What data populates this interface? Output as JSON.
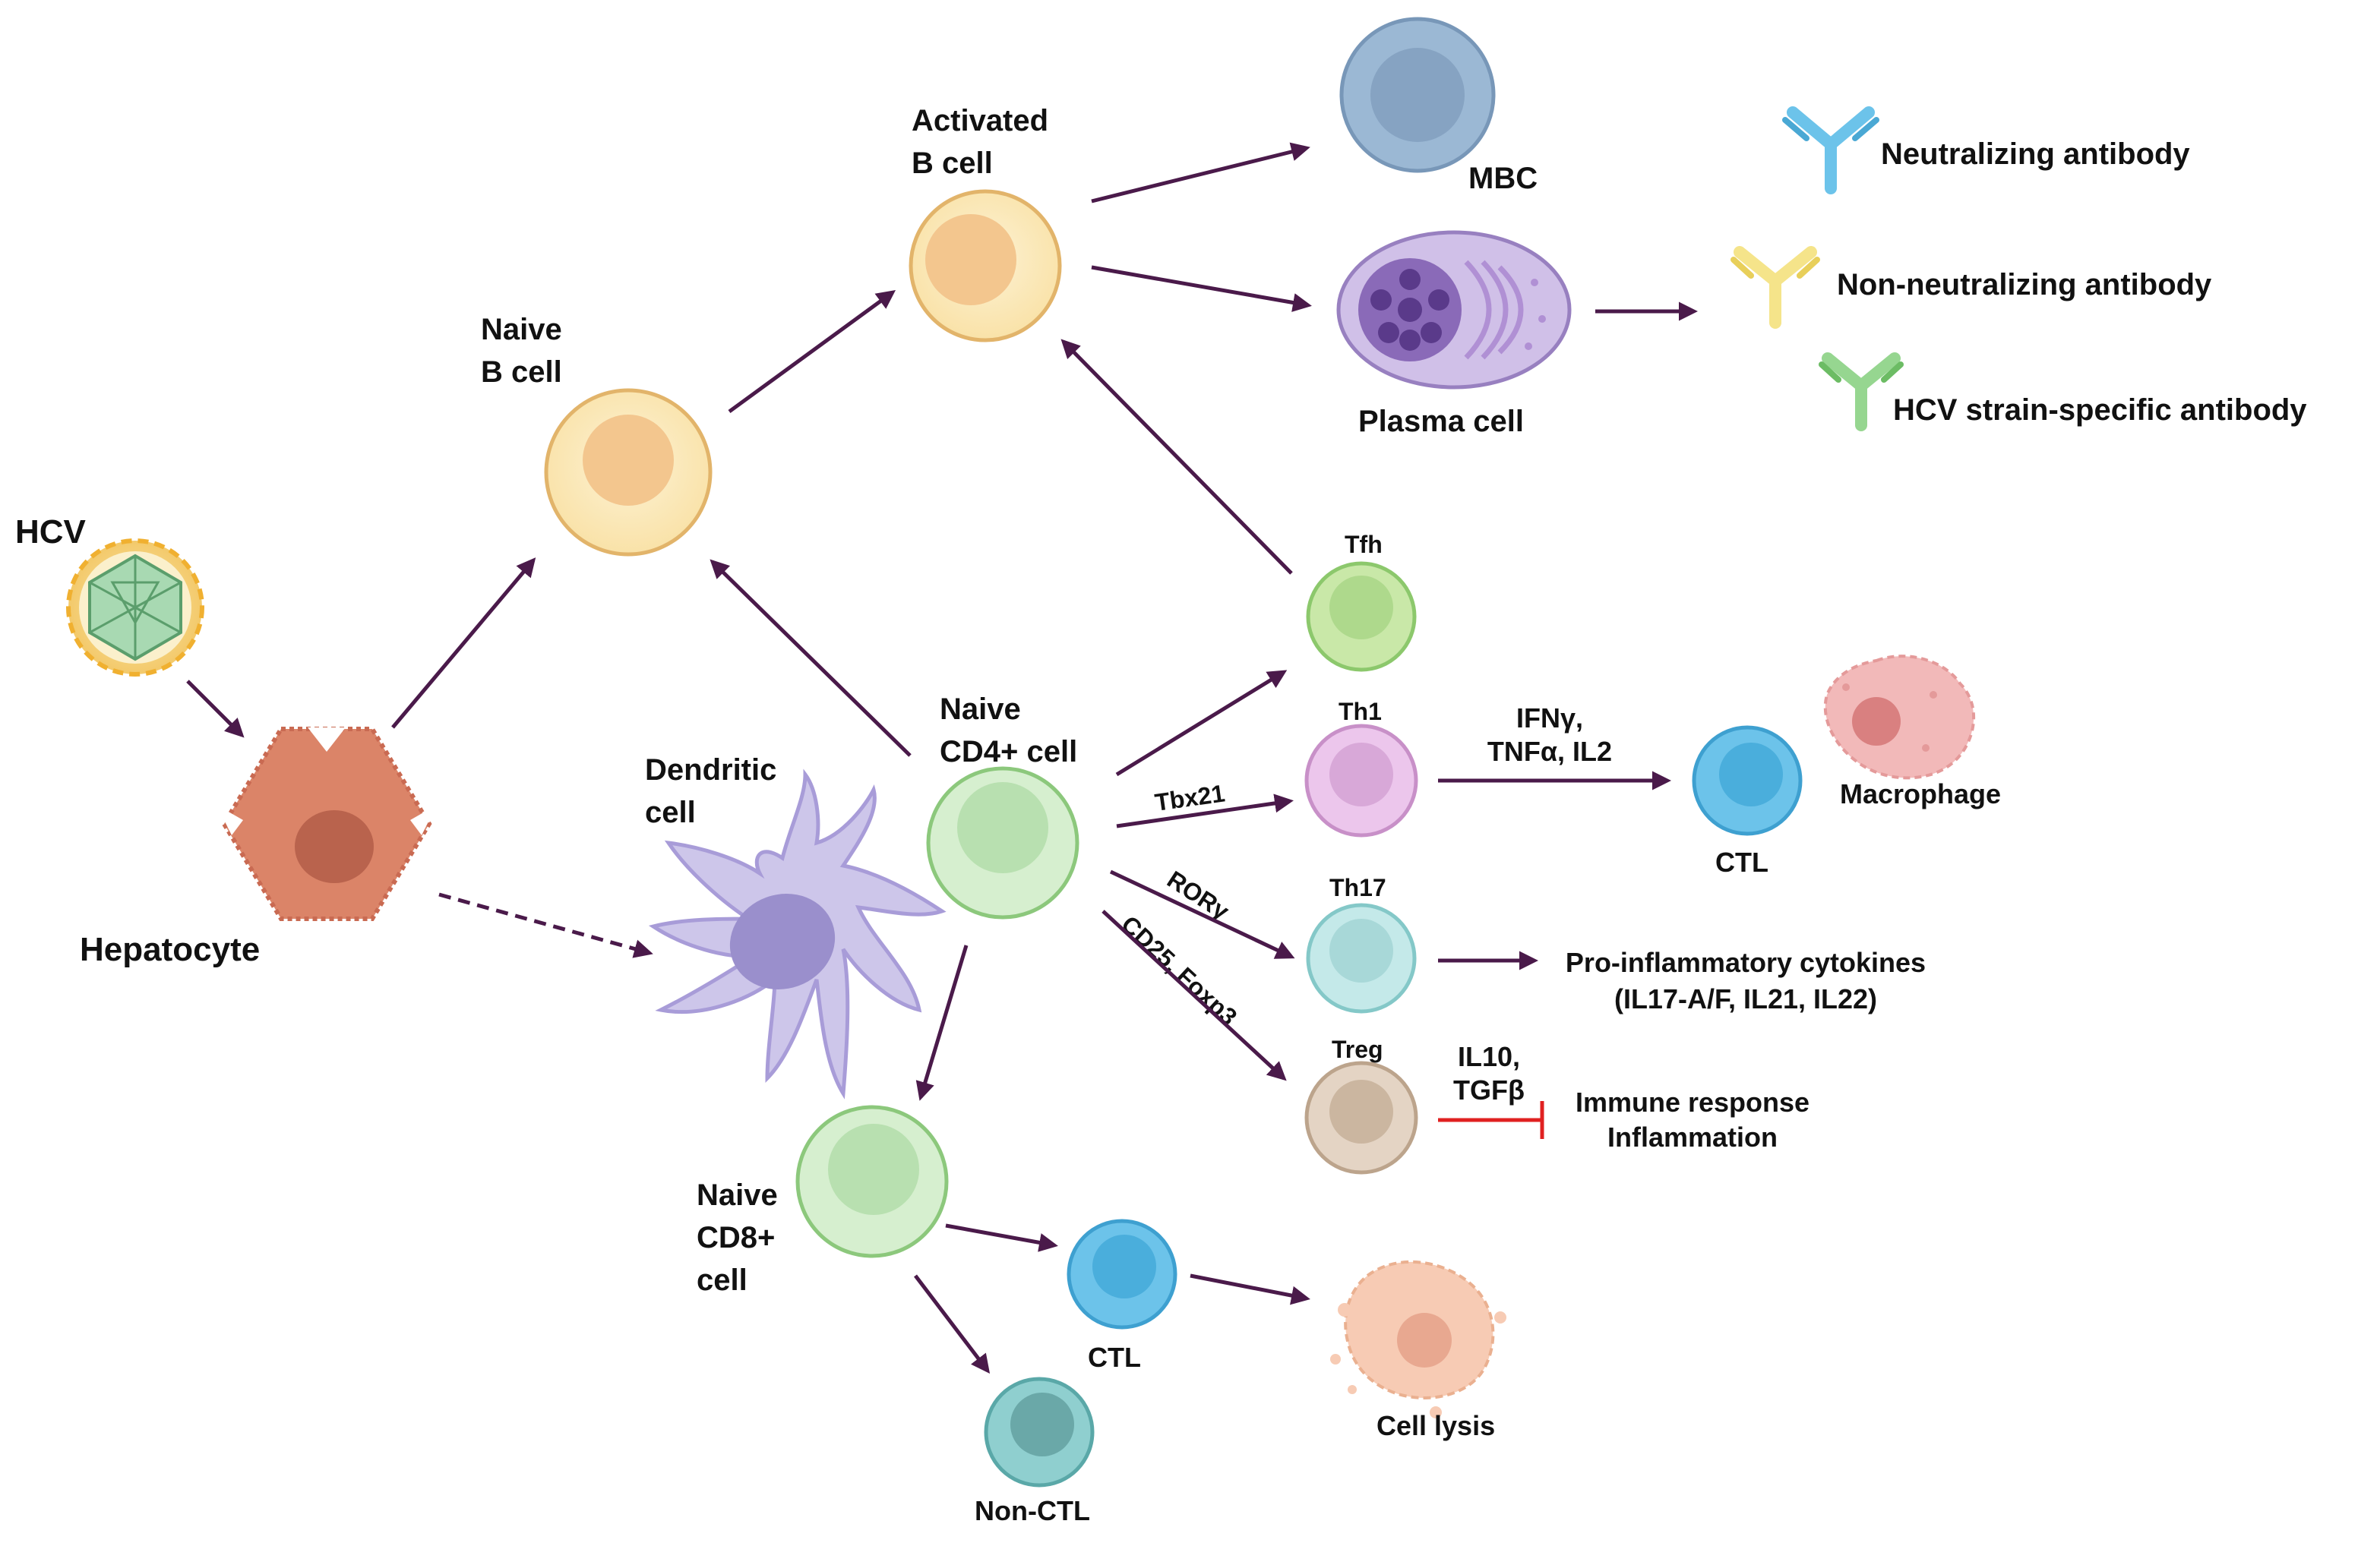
{
  "labels": {
    "hcv": "HCV",
    "hepatocyte": "Hepatocyte",
    "naive_b_line1": "Naive",
    "naive_b_line2": "B cell",
    "activated_b_line1": "Activated",
    "activated_b_line2": "B cell",
    "mbc": "MBC",
    "plasma_cell": "Plasma cell",
    "neutralizing_antibody": "Neutralizing antibody",
    "non_neutralizing_antibody": "Non-neutralizing antibody",
    "strain_specific_antibody": "HCV strain-specific antibody",
    "dendritic_line1": "Dendritic",
    "dendritic_line2": "cell",
    "naive_cd4_line1": "Naive",
    "naive_cd4_line2": "CD4+ cell",
    "tfh": "Tfh",
    "th1": "Th1",
    "th17": "Th17",
    "treg": "Treg",
    "tbx21": "Tbx21",
    "rorg": "RORγ",
    "cd25_foxp3": "CD25, Foxp3",
    "ifng_line1": "IFNγ,",
    "ifng_line2": "TNFα, IL2",
    "ctl": "CTL",
    "macrophage": "Macrophage",
    "proinflam_line1": "Pro-inflammatory cytokines",
    "proinflam_line2": "(IL17-A/F, IL21, IL22)",
    "il10_line1": "IL10,",
    "il10_line2": "TGFβ",
    "immune_line1": "Immune response",
    "immune_line2": "Inflammation",
    "naive_cd8_line1": "Naive",
    "naive_cd8_line2": "CD8+",
    "naive_cd8_line3": "cell",
    "ctl_cd8": "CTL",
    "cell_lysis": "Cell lysis",
    "non_ctl": "Non-CTL"
  },
  "colors": {
    "arrow": "#4a1a4a",
    "inhibition": "#e02020",
    "b_cell": "#fbe7b4",
    "tfh": "#c9e8a8",
    "th1": "#ecc6ec",
    "th17": "#c4e9e9",
    "treg": "#e4d4c4",
    "naive_t": "#d6efcf",
    "ctl": "#6cc3ea",
    "non_ctl": "#8fcfcf",
    "mbc": "#9bb8d4",
    "plasma": "#d0c0e8",
    "dendritic": "#cdc6ea",
    "hepatocyte": "#db8468",
    "macrophage": "#f2b9b9",
    "lysis": "#f7cbb4",
    "ab_neutralizing": "#6cc3ea",
    "ab_non_neutralizing": "#f5e48a",
    "ab_strain_specific": "#96d690"
  }
}
